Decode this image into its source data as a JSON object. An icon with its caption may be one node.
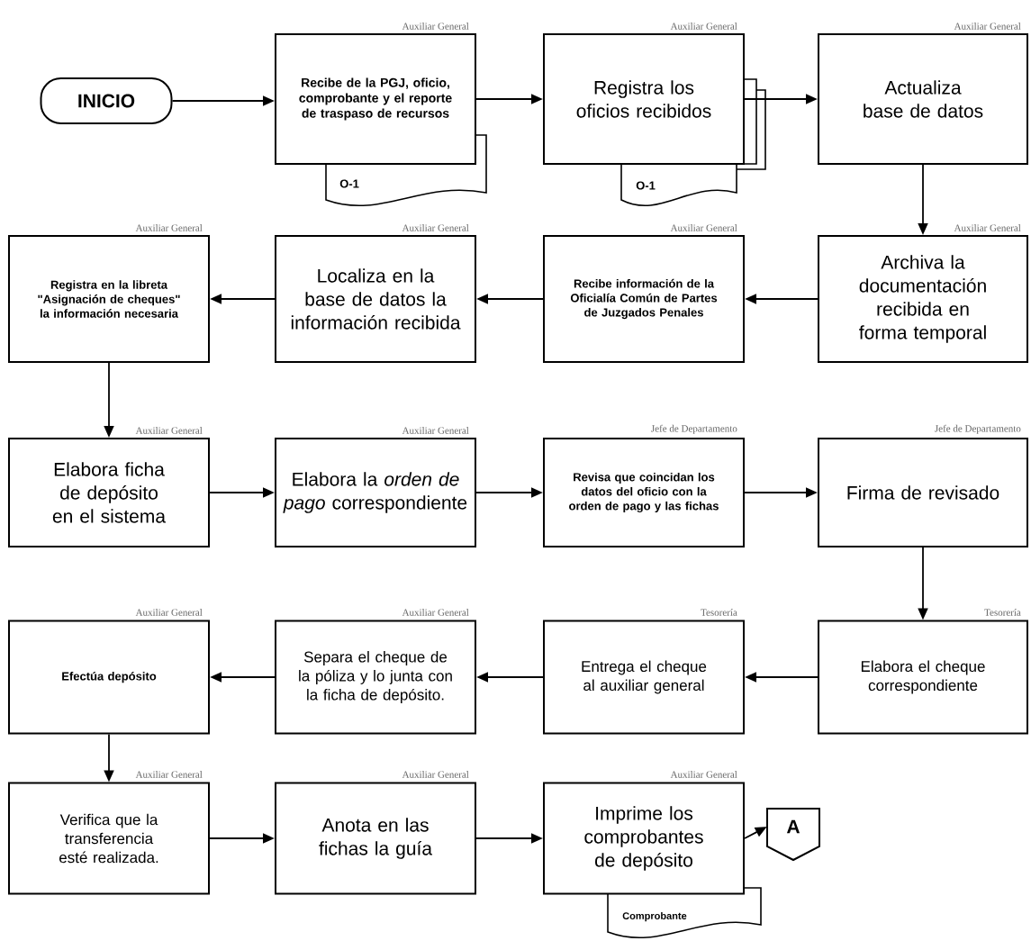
{
  "diagram": {
    "nodes": [
      {
        "text": [
          "INICIO"
        ]
      },
      {
        "text": [
          "Recibe de la PGJ, oficio, comprobante y el reporte de traspaso de recursos"
        ],
        "beside": [
          "Auxiliar General"
        ]
      },
      {
        "text": [
          "O-1"
        ]
      },
      {
        "text": [
          "Registra los oficios recibidos"
        ],
        "beside": [
          "Auxiliar General"
        ]
      },
      {
        "text": [
          "O-1"
        ]
      },
      {
        "text": [
          "Actualiza base de datos"
        ],
        "beside": [
          "Auxiliar General"
        ]
      },
      {
        "text": [
          "Archiva la documentación recibida en forma temporal"
        ],
        "beside": [
          "Auxiliar General"
        ]
      },
      {
        "text": [
          "Recibe información de la Oficialía Común de Partes de Juzgados Penales"
        ],
        "beside": [
          "Auxiliar General"
        ]
      },
      {
        "text": [
          "Localiza en la base de datos la información recibida"
        ],
        "beside": [
          "Auxiliar General"
        ]
      },
      {
        "text": [
          "Registra en la libreta \"Asignación de cheques\" la información necesaria"
        ],
        "beside": [
          "Auxiliar General"
        ]
      },
      {
        "text": [
          "Elabora ficha de depósito en el sistema"
        ],
        "beside": [
          "Auxiliar General"
        ]
      },
      {
        "text": [
          "Elabora la *orden de pago* correspondiente"
        ],
        "beside": [
          "Auxiliar General"
        ]
      },
      {
        "text": [
          "Revisa que coincidan los datos del oficio con la orden de pago y las fichas"
        ],
        "beside": [
          "Jefe de Departamento"
        ]
      },
      {
        "text": [
          "Firma de revisado"
        ],
        "beside": [
          "Jefe de Departamento"
        ]
      },
      {
        "text": [
          "Elabora el cheque correspondiente"
        ],
        "beside": [
          "Tesorería"
        ]
      },
      {
        "text": [
          "Entrega el cheque al auxiliar general"
        ],
        "beside": [
          "Tesorería"
        ]
      },
      {
        "text": [
          "Separa el cheque de la póliza y lo junta con la ficha de depósito."
        ],
        "beside": [
          "Auxiliar General"
        ]
      },
      {
        "text": [
          "Efectúa depósito"
        ],
        "beside": [
          "Auxiliar General"
        ]
      },
      {
        "text": [
          "Verifica que la transferencia esté realizada."
        ],
        "beside": [
          "Auxiliar General"
        ]
      },
      {
        "text": [
          "Anota en las fichas la guía"
        ],
        "beside": [
          "Auxiliar General"
        ]
      },
      {
        "text": [
          "Imprime los comprobantes de depósito"
        ],
        "beside": [
          "Auxiliar General"
        ]
      },
      {
        "text": [
          "Comprobante"
        ]
      },
      {
        "text": [
          "A"
        ]
      }
    ],
    "edges": [
      {
        "from": 0,
        "to": 1,
        "arrow": "to"
      },
      {
        "from": 1,
        "to": 3,
        "arrow": "to"
      },
      {
        "from": 3,
        "to": 5,
        "arrow": "to"
      },
      {
        "from": 5,
        "to": 6,
        "arrow": "to"
      },
      {
        "from": 6,
        "to": 7,
        "arrow": "to"
      },
      {
        "from": 7,
        "to": 8,
        "arrow": "to"
      },
      {
        "from": 8,
        "to": 9,
        "arrow": "to"
      },
      {
        "from": 9,
        "to": 10,
        "arrow": "to"
      },
      {
        "from": 10,
        "to": 11,
        "arrow": "to"
      },
      {
        "from": 11,
        "to": 12,
        "arrow": "to"
      },
      {
        "from": 12,
        "to": 13,
        "arrow": "to"
      },
      {
        "from": 13,
        "to": 14,
        "arrow": "to"
      },
      {
        "from": 14,
        "to": 15,
        "arrow": "to"
      },
      {
        "from": 15,
        "to": 16,
        "arrow": "to"
      },
      {
        "from": 16,
        "to": 17,
        "arrow": "to"
      },
      {
        "from": 17,
        "to": 18,
        "arrow": "to"
      },
      {
        "from": 18,
        "to": 19,
        "arrow": "to"
      },
      {
        "from": 19,
        "to": 20,
        "arrow": "to"
      },
      {
        "from": 20,
        "to": 22,
        "arrow": "to"
      }
    ]
  }
}
